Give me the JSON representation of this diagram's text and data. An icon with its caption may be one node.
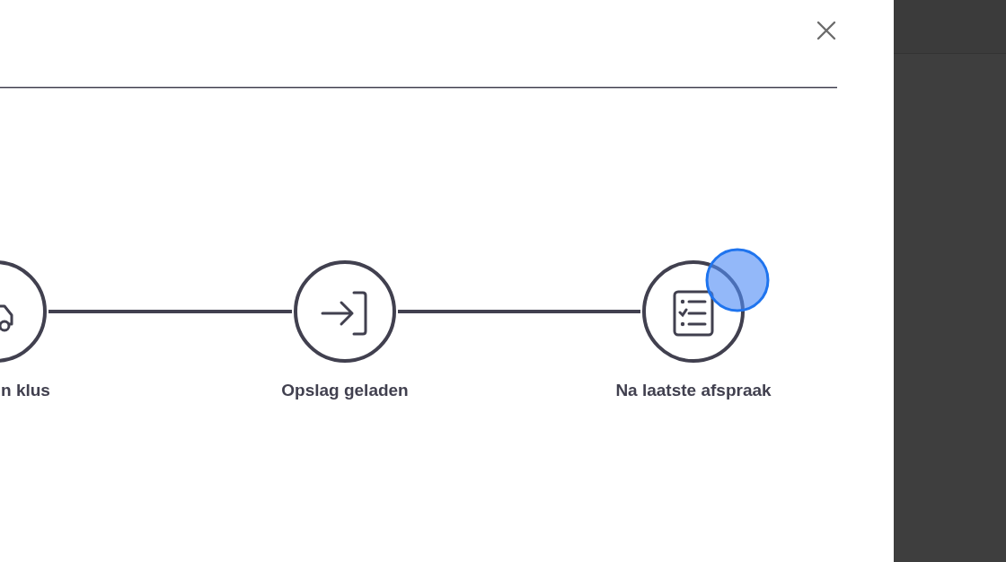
{
  "diagram": {
    "nodes": [
      {
        "text": [
          "n klus"
        ]
      },
      {
        "text": [
          "Opslag geladen"
        ]
      },
      {
        "text": [
          "Na laatste afspraak"
        ]
      }
    ],
    "edges": [
      {
        "from": 0,
        "to": 1,
        "arrow": "none"
      },
      {
        "from": 1,
        "to": 2,
        "arrow": "none"
      }
    ]
  }
}
